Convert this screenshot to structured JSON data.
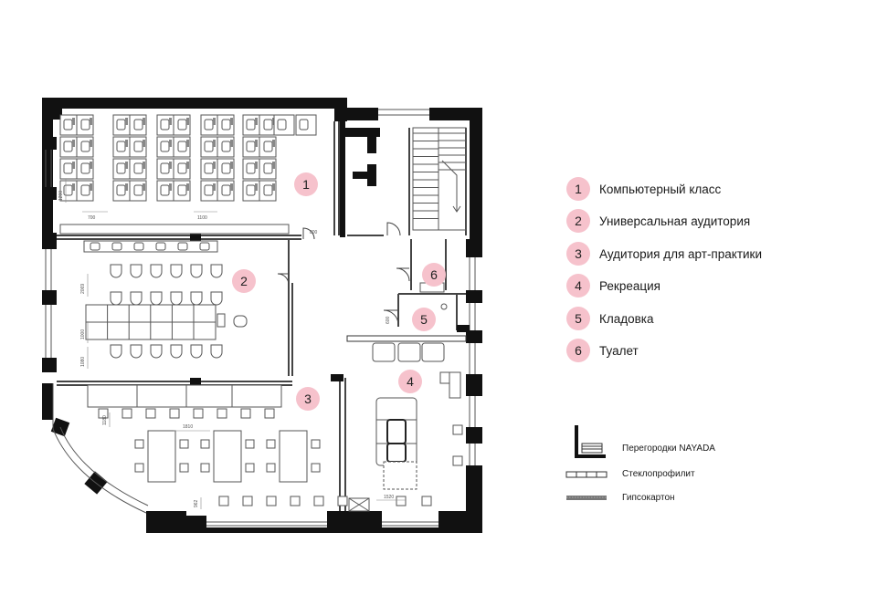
{
  "rooms": [
    {
      "num": "1",
      "name": "Компьютерный класс"
    },
    {
      "num": "2",
      "name": "Универсальная аудитория"
    },
    {
      "num": "3",
      "name": "Аудитория для арт-практики"
    },
    {
      "num": "4",
      "name": "Рекреация"
    },
    {
      "num": "5",
      "name": "Кладовка"
    },
    {
      "num": "6",
      "name": "Туалет"
    }
  ],
  "materials": [
    {
      "name": "Перегородки NAYADA"
    },
    {
      "name": "Стеклопрофилит"
    },
    {
      "name": "Гипсокартон"
    }
  ],
  "dimensions": [
    "800",
    "700",
    "1100",
    "1200",
    "2069",
    "1000",
    "1080",
    "1180",
    "1810",
    "962",
    "600",
    "1520"
  ],
  "colors": {
    "badge": "#f6c2cc",
    "wall": "#111111",
    "partition": "#555555"
  }
}
